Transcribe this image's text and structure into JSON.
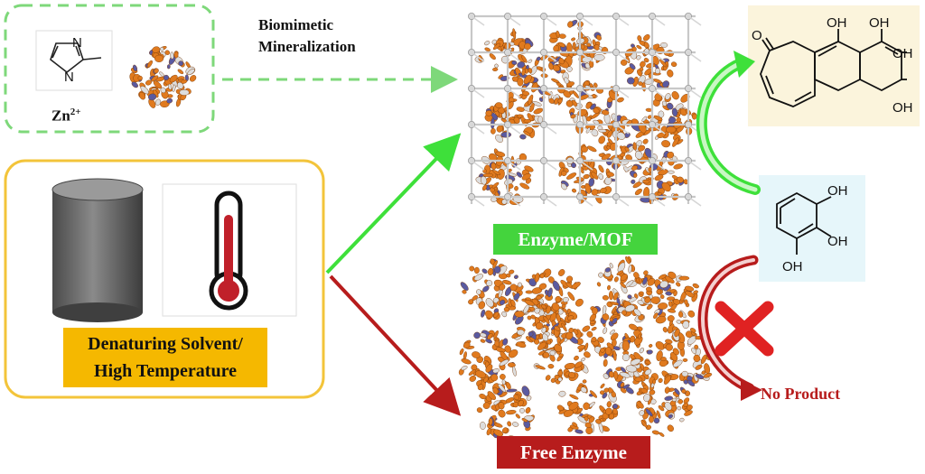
{
  "top_panel": {
    "zinc_label_base": "Zn",
    "zinc_label_charge": "2+",
    "ligand_n_top": "N",
    "ligand_n_bottom": "N"
  },
  "process_label": {
    "line1": "Biomimetic",
    "line2": "Mineralization"
  },
  "conditions_label": {
    "line1": "Denaturing Solvent/",
    "line2": "High Temperature"
  },
  "outcomes": {
    "mof_label": "Enzyme/MOF",
    "free_label": "Free Enzyme",
    "no_product_label": "No Product"
  },
  "molecules": {
    "substrate_oh1": "OH",
    "substrate_oh2": "OH",
    "substrate_oh3": "OH",
    "product_o": "O",
    "product_oh1": "OH",
    "product_oh2": "OH",
    "product_oh3": "OH",
    "product_oh4": "OH"
  },
  "colors": {
    "green_arrow": "#3ee03a",
    "red_arrow": "#b71c1c",
    "dashed_green": "#7ed87a",
    "yellow_frame": "#f3c43a",
    "enzyme_orange": "#e07a1e",
    "product_bg": "#fbf4dc",
    "substrate_bg": "#e6f6fa"
  }
}
